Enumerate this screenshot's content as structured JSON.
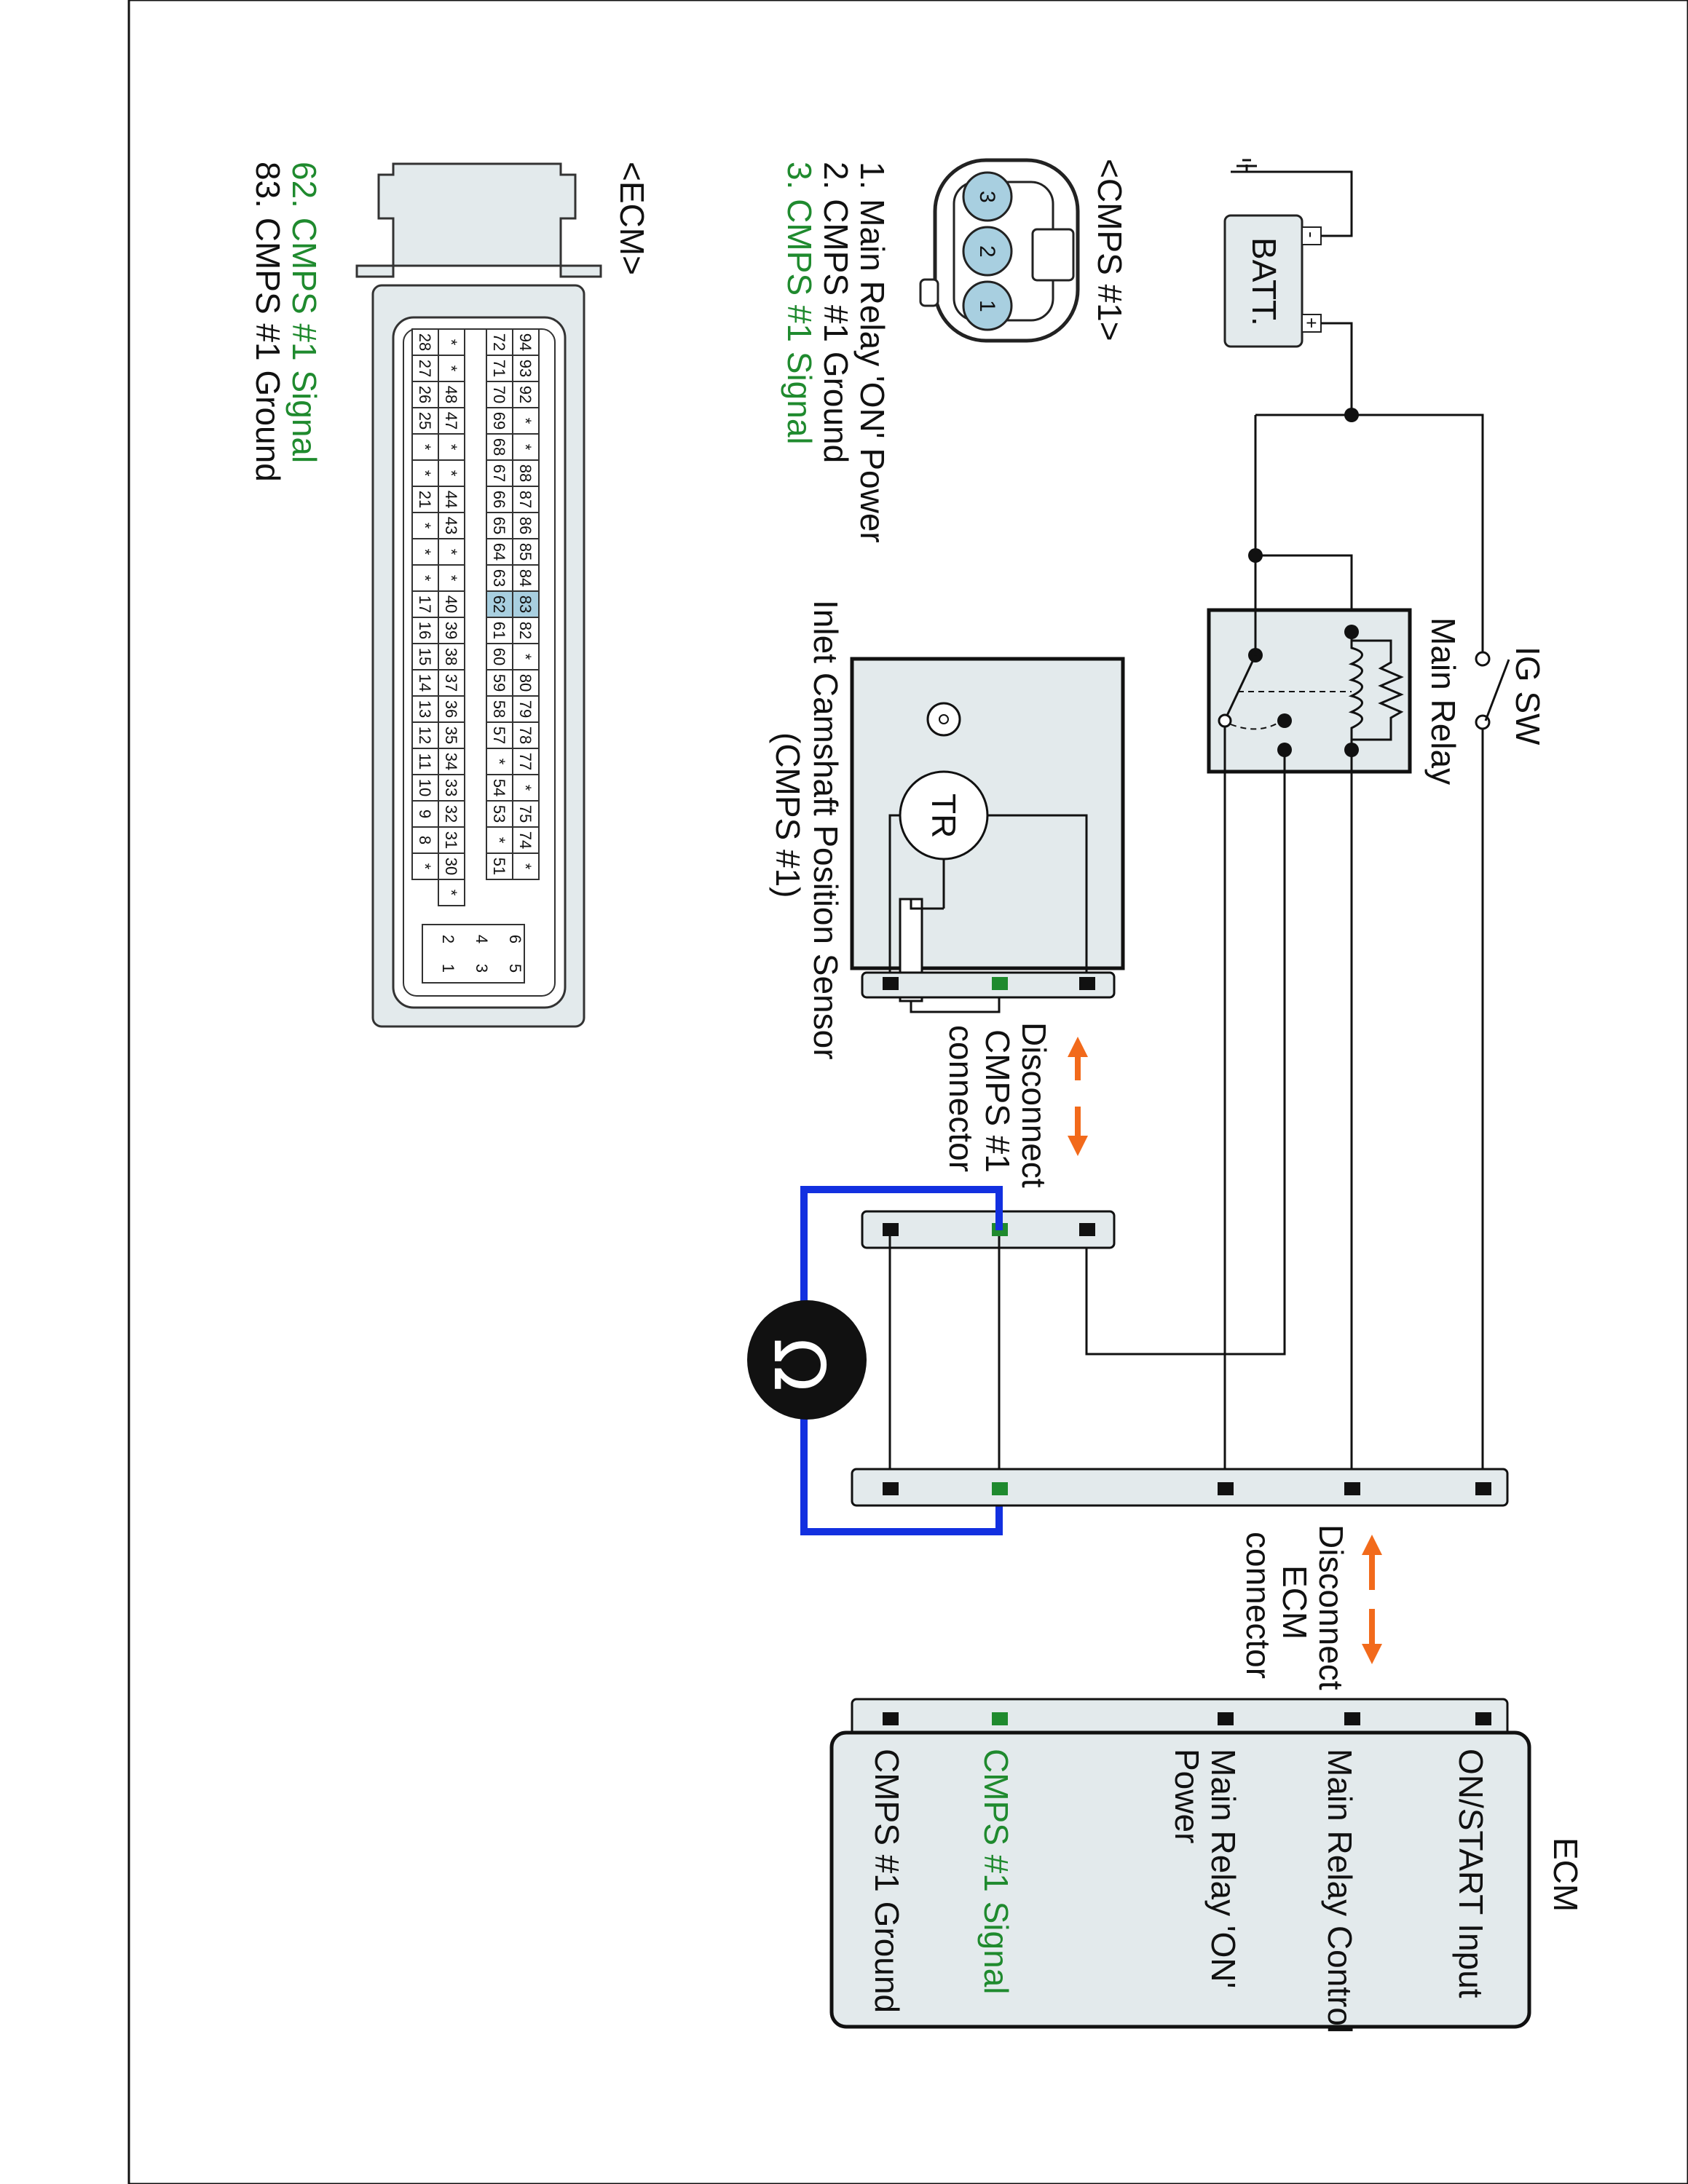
{
  "components": {
    "batt": "BATT.",
    "batt_neg": "-",
    "batt_pos": "+",
    "ig_sw": "IG SW",
    "main_relay": "Main Relay",
    "sensor_line1": "Inlet Camshaft Position Sensor",
    "sensor_line2": "(CMPS #1)",
    "tr": "TR",
    "ohm": "Ω"
  },
  "disconnect_sensor": [
    "Disconnect",
    "CMPS #1",
    "connector"
  ],
  "disconnect_ecm": [
    "Disconnect",
    "ECM",
    "connector"
  ],
  "ecm_box": {
    "title": "ECM",
    "pins": [
      "ON/START Input",
      "Main Relay Control",
      "Main Relay 'ON'",
      "Power",
      "CMPS #1 Signal",
      "CMPS #1 Ground"
    ]
  },
  "cmps_connector": {
    "title": "<CMPS #1>",
    "pins": [
      "1",
      "2",
      "3"
    ],
    "legend": [
      "1. Main Relay 'ON' Power",
      "2. CMPS #1 Ground",
      "3. CMPS #1 Signal"
    ]
  },
  "ecm_connector": {
    "title": "<ECM>",
    "legend": [
      "62. CMPS #1 Signal",
      "83. CMPS #1 Ground"
    ],
    "row1": [
      "94",
      "93",
      "92",
      "*",
      "*",
      "88",
      "87",
      "86",
      "85",
      "84",
      "83",
      "82",
      "*",
      "80",
      "79",
      "78",
      "77",
      "*",
      "75",
      "74",
      "*"
    ],
    "row2": [
      "72",
      "71",
      "70",
      "69",
      "68",
      "67",
      "66",
      "65",
      "64",
      "63",
      "62",
      "61",
      "60",
      "59",
      "58",
      "57",
      "*",
      "54",
      "53",
      "*",
      "51"
    ],
    "row3": [
      "*",
      "*",
      "48",
      "47",
      "*",
      "*",
      "44",
      "43",
      "*",
      "*",
      "40",
      "39",
      "38",
      "37",
      "36",
      "35",
      "34",
      "33",
      "32",
      "31",
      "30",
      "*"
    ],
    "row4": [
      "28",
      "27",
      "26",
      "25",
      "*",
      "*",
      "21",
      "*",
      "*",
      "*",
      "17",
      "16",
      "15",
      "14",
      "13",
      "12",
      "11",
      "10",
      "9",
      "8",
      "*"
    ],
    "small": [
      "6",
      "5",
      "4",
      "3",
      "2",
      "1"
    ]
  },
  "colors": {
    "signal": "#1f8a2e",
    "meter_lead": "#1230e0",
    "arrow": "#f26a1b",
    "highlight": "#a8cfe0"
  }
}
